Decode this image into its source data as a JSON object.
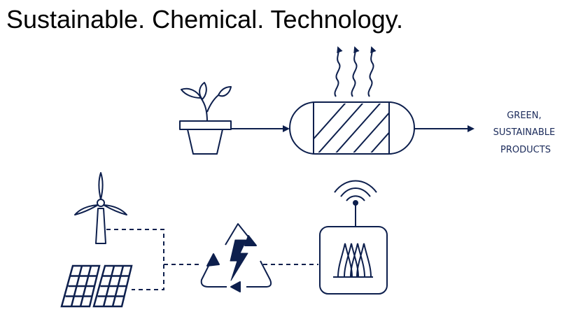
{
  "title": "Sustainable. Chemical. Technology.",
  "output_label": {
    "line1": "GREEN,",
    "line2": "SUSTAINABLE",
    "line3": "PRODUCTS"
  },
  "colors": {
    "primary": "#0d1f4d"
  },
  "icons": {
    "biomass": "plant-pot-icon",
    "reactor": "reactor-vessel-icon",
    "heat": "heat-waves-icon",
    "wind": "wind-turbine-icon",
    "solar": "solar-panel-icon",
    "energy": "recycle-energy-icon",
    "generator": "wireless-induction-unit-icon"
  }
}
